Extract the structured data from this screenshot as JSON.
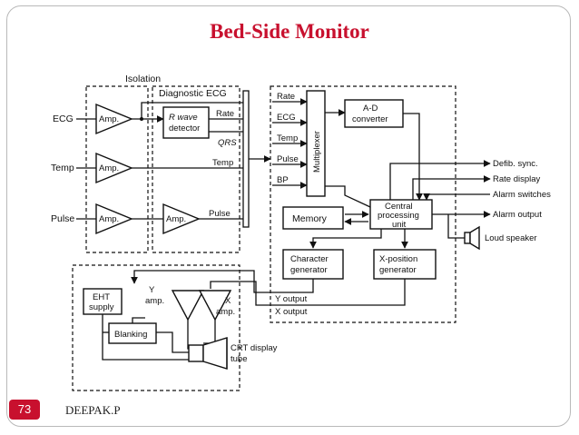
{
  "slide": {
    "title": "Bed-Side Monitor",
    "page_number": "73",
    "author": "DEEPAK.P",
    "accent_color": "#c8102e"
  },
  "diagram": {
    "isolation_label": "Isolation",
    "diagnostic_ecg_label": "Diagnostic ECG",
    "inputs": [
      "ECG",
      "Temp",
      "Pulse"
    ],
    "amp_label": "Amp.",
    "r_wave_detector": [
      "R wave",
      "detector"
    ],
    "rate_label": "Rate",
    "qrs_label": "QRS",
    "temp_out_label": "Temp",
    "pulse_out_label": "Pulse",
    "mux_inputs": [
      "Rate",
      "ECG",
      "Temp",
      "Pulse",
      "BP"
    ],
    "multiplexer": "Multiplexer",
    "ad_converter": [
      "A-D",
      "converter"
    ],
    "memory": "Memory",
    "cpu": [
      "Central",
      "processing",
      "unit"
    ],
    "char_gen": [
      "Character",
      "generator"
    ],
    "xpos_gen": [
      "X-position",
      "generator"
    ],
    "outputs": [
      "Defib. sync.",
      "Rate display",
      "Alarm switches",
      "Alarm output",
      "Loud speaker"
    ],
    "y_output": "Y output",
    "x_output": "X output",
    "eht_supply": [
      "EHT",
      "supply"
    ],
    "blanking": "Blanking",
    "y_amp": [
      "Y",
      "amp."
    ],
    "x_amp": [
      "X",
      "amp."
    ],
    "crt": [
      "CRT display",
      "tube"
    ]
  }
}
